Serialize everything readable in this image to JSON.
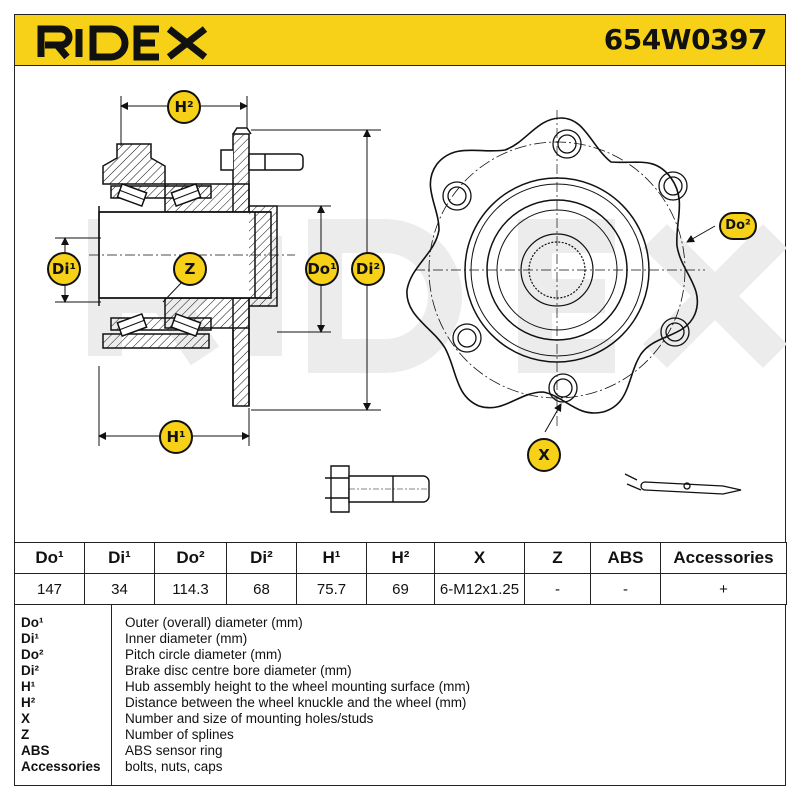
{
  "header": {
    "brand": "RIDEX",
    "part_number": "654W0397"
  },
  "drawing": {
    "labels": {
      "h2": "H²",
      "h1": "H¹",
      "di1": "Di¹",
      "z": "Z",
      "do1": "Do¹",
      "di2": "Di²",
      "do2": "Do²",
      "x": "X"
    },
    "watermark": "RIDEX"
  },
  "spec_table": {
    "columns": [
      "Do¹",
      "Di¹",
      "Do²",
      "Di²",
      "H¹",
      "H²",
      "X",
      "Z",
      "ABS",
      "Accessories"
    ],
    "values": [
      "147",
      "34",
      "114.3",
      "68",
      "75.7",
      "69",
      "6-M12x1.25",
      "-",
      "-",
      "+"
    ]
  },
  "legend": [
    {
      "term": "Do¹",
      "desc": "Outer (overall) diameter (mm)"
    },
    {
      "term": "Di¹",
      "desc": "Inner diameter (mm)"
    },
    {
      "term": "Do²",
      "desc": "Pitch circle diameter (mm)"
    },
    {
      "term": "Di²",
      "desc": "Brake disc centre bore diameter (mm)"
    },
    {
      "term": "H¹",
      "desc": "Hub assembly height to the wheel mounting surface (mm)"
    },
    {
      "term": "H²",
      "desc": "Distance between the wheel knuckle and the wheel (mm)"
    },
    {
      "term": "X",
      "desc": "Number and size of mounting holes/studs"
    },
    {
      "term": "Z",
      "desc": "Number of splines"
    },
    {
      "term": "ABS",
      "desc": "ABS sensor ring"
    },
    {
      "term": "Accessories",
      "desc": "bolts, nuts, caps"
    }
  ],
  "colors": {
    "accent": "#f7d117",
    "line": "#111111",
    "watermark": "#e9e9e9"
  }
}
